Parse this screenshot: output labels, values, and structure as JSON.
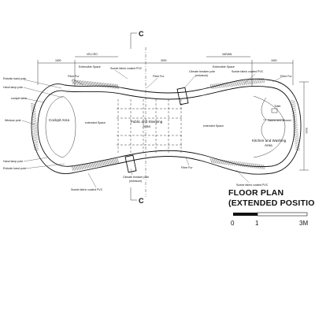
{
  "section_marks": {
    "top": "C",
    "bottom": "C"
  },
  "rooms": {
    "cockpit": "Cockpit Area",
    "public": [
      "Public and Sleeping",
      "Area"
    ],
    "kitchen": [
      "Kitchen and Washing",
      "Area"
    ],
    "toilet": "Toilet",
    "sauna": "Sauna and shower"
  },
  "labels": {
    "robotic_hand_pole_top": "Robotic hand pole",
    "hand_lamp_pole_top": "Hand lamp pole",
    "cockpit_table": "cockpit table",
    "window_pole": "Window pole",
    "hand_lamp_pole_bottom": "Hand lamp pole",
    "robotic_hand_pole_bottom": "Robotic hand pole",
    "fibre_fur_left": "Fibre Fur",
    "fibre_fur_center": "Fibre Fur",
    "fibre_fur_bottom": "Fibre Fur",
    "fibre_fur_right": "Fibre Fur",
    "suede_top": "Suede fabric coated PVC",
    "suede_bottom_left": "Suede fabric coated PVC",
    "suede_bottom_right": "Suede fabric coated PVC",
    "suede_right": "Suede fabric coated PVC",
    "climate_top": [
      "Climate breaker pole",
      "(entrance)"
    ],
    "climate_bottom": [
      "Climate breaker pole",
      "(entrance)"
    ],
    "extended_left": "extended Space",
    "extended_right": "extended Space",
    "extensible_left": "Extensible Space",
    "extensible_right": "Extensible Space",
    "dim_velcro": "VELCRO",
    "dim_velcro_right": "VARIAN"
  },
  "dimensions": {
    "left": "1600",
    "center": "3000",
    "right": "1600",
    "height": "3000"
  },
  "title": {
    "line1": "FLOOR PLAN",
    "line2": "(EXTENDED POSITION)"
  },
  "scale": {
    "zero": "0",
    "one": "1",
    "max": "3M"
  }
}
